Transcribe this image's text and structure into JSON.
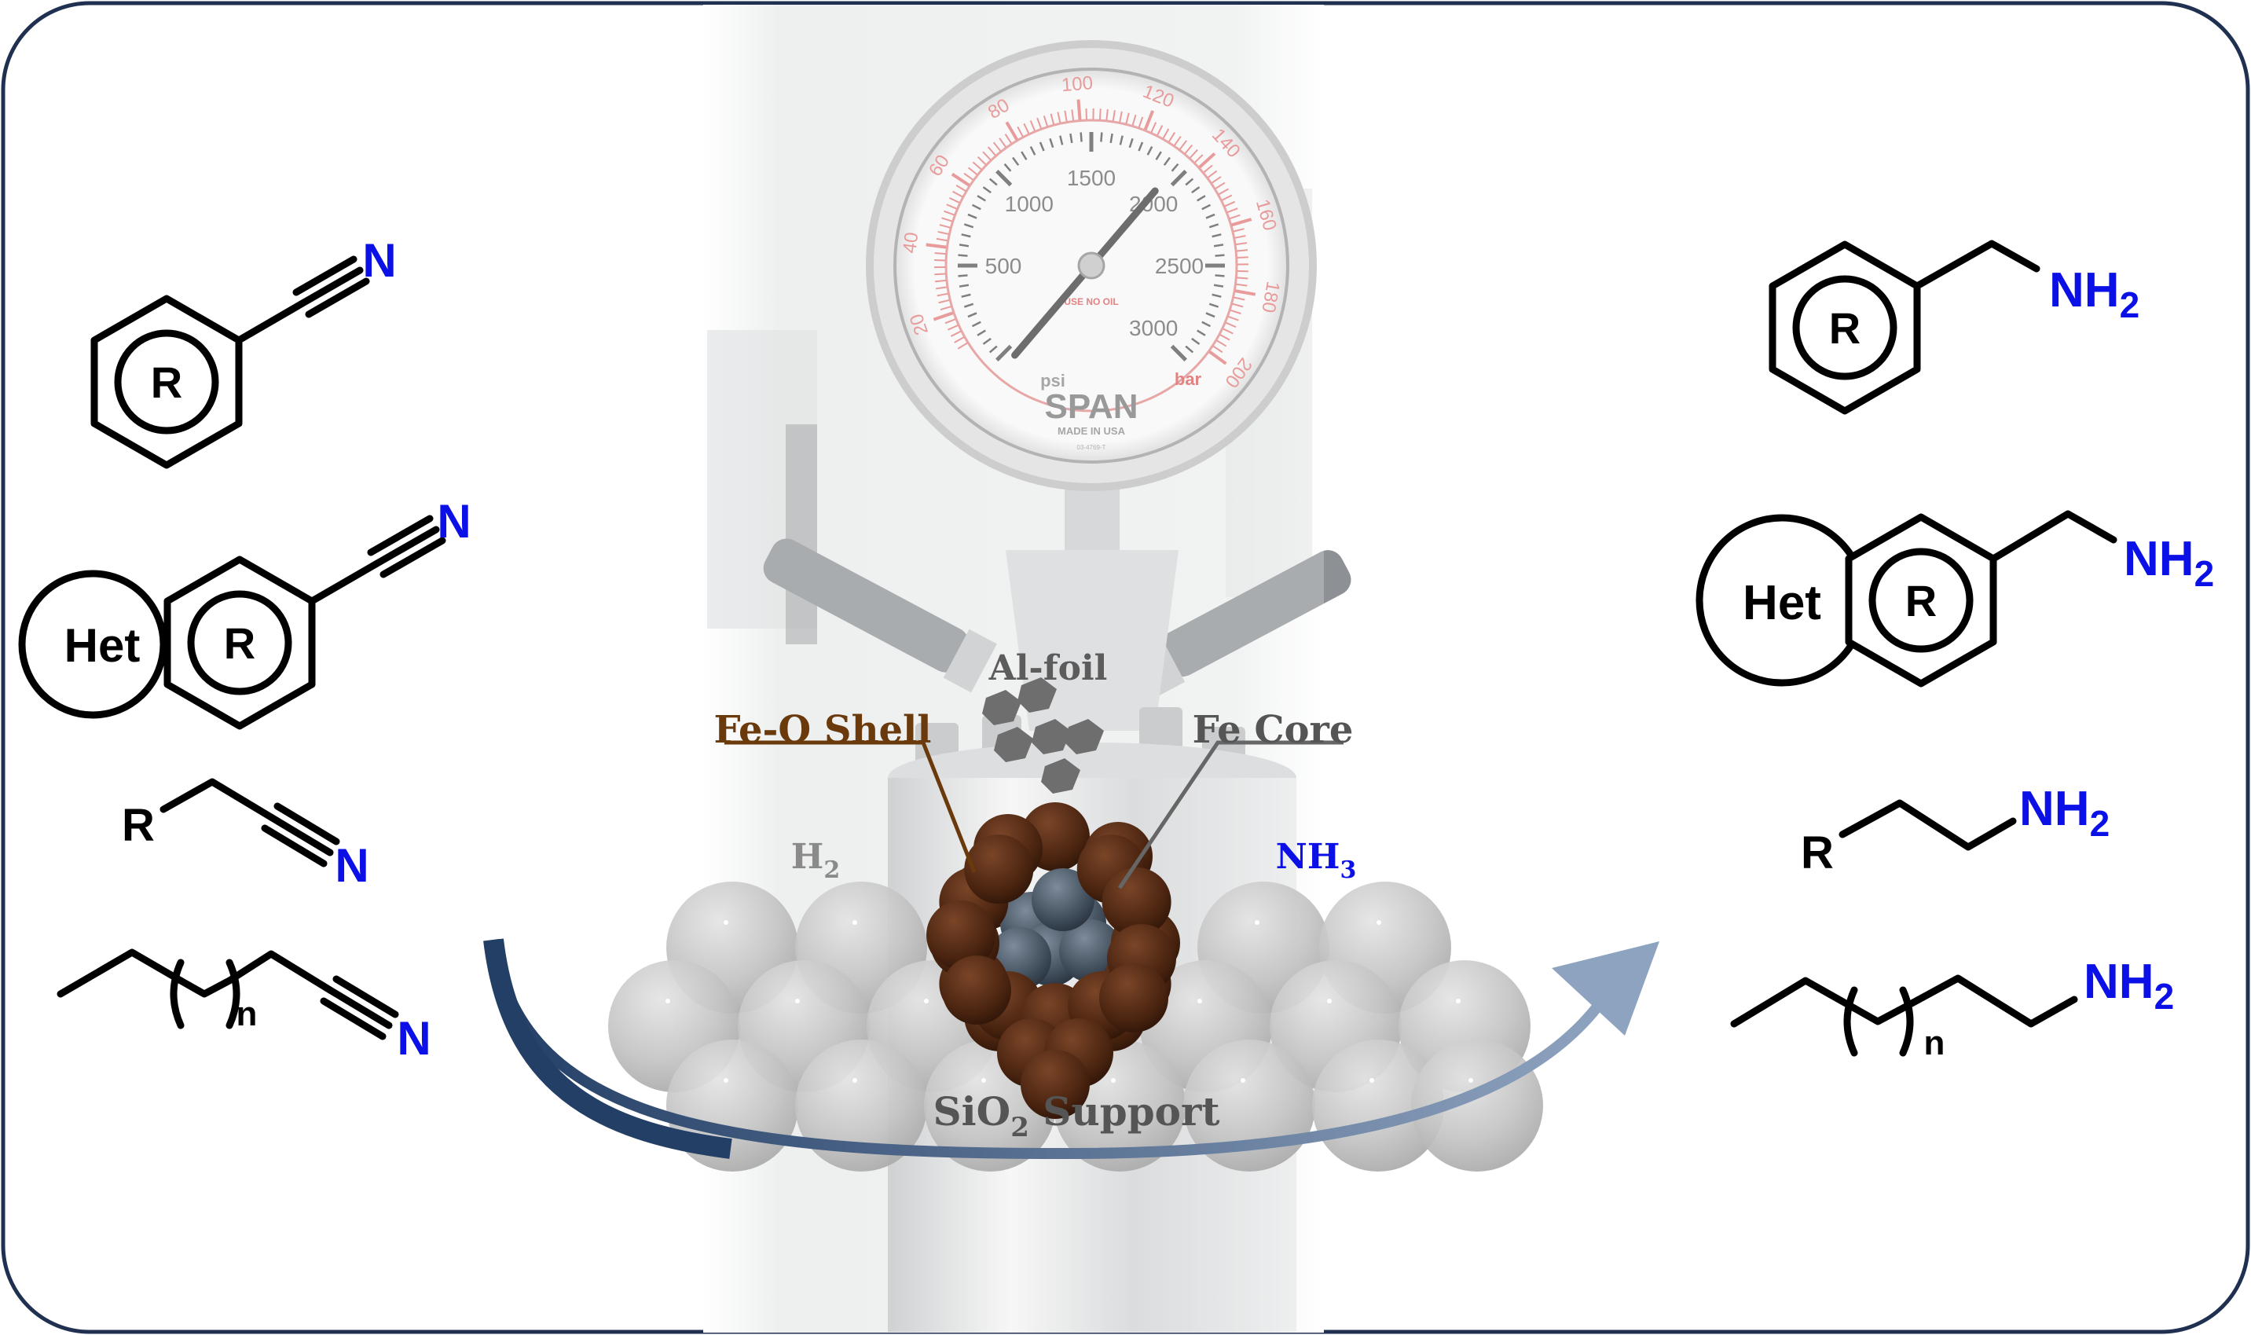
{
  "colors": {
    "frame": "#1f3050",
    "nitrogen": "#0a10e6",
    "shell_label": "#6b3a0c",
    "core_label": "#555555",
    "arrow_start": "#243f66",
    "arrow_end": "#8ea3bf"
  },
  "reactants": {
    "aryl_nitrile": {
      "ring": "R",
      "atom": "N"
    },
    "fused_nitrile": {
      "het": "Het",
      "ring": "R",
      "atom": "N"
    },
    "alkyl_nitrile": {
      "r": "R",
      "atom": "N"
    },
    "chain_nitrile": {
      "n": "n",
      "atom": "N"
    }
  },
  "products": {
    "benzylamine": {
      "ring": "R",
      "amine": "NH",
      "sub": "2"
    },
    "fused_amine": {
      "het": "Het",
      "ring": "R",
      "amine": "NH",
      "sub": "2"
    },
    "alkyl_amine": {
      "r": "R",
      "amine": "NH",
      "sub": "2"
    },
    "chain_amine": {
      "n": "n",
      "amine": "NH",
      "sub": "2"
    }
  },
  "labels": {
    "al_foil": "Al-foil",
    "fe_o_shell": "Fe-O Shell",
    "fe_core": "Fe Core",
    "h2": {
      "main": "H",
      "sub": "2"
    },
    "nh3": {
      "main": "NH",
      "sub": "3"
    },
    "support": {
      "pre": "SiO",
      "sub": "2",
      "post": " Support"
    }
  },
  "gauge": {
    "psi_ticks": [
      "500",
      "1000",
      "1500",
      "2000",
      "2500",
      "3000"
    ],
    "psi_values": [
      500,
      1000,
      1500,
      2000,
      2500,
      3000
    ],
    "bar_ticks": [
      "20",
      "40",
      "60",
      "80",
      "100",
      "120",
      "140",
      "160",
      "180",
      "200"
    ],
    "bar_values": [
      20,
      40,
      60,
      80,
      100,
      120,
      140,
      160,
      180,
      200
    ],
    "needle_psi": 1950,
    "psi_unit": "psi",
    "bar_unit": "bar",
    "warning": "USE NO OIL",
    "brand": "SPAN",
    "origin": "MADE IN USA",
    "model": "03-4769-T"
  }
}
